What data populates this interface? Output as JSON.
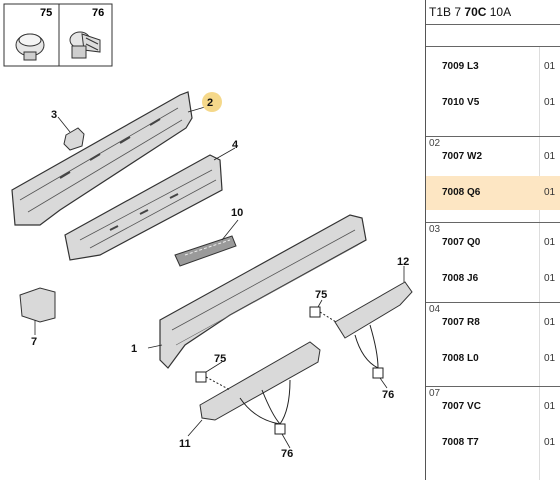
{
  "header": {
    "ref_a": "T1B",
    "ref_b": "7",
    "ref_c": "70C",
    "ref_d": "10A"
  },
  "diagram": {
    "labels": [
      "75",
      "76",
      "2",
      "3",
      "4",
      "10",
      "7",
      "12",
      "75",
      "1",
      "75",
      "76",
      "11",
      "76"
    ]
  },
  "parts": [
    {
      "group": "",
      "rows": [
        {
          "code": "7009 L3",
          "qty": "01",
          "highlight": false
        },
        {
          "code": "7010 V5",
          "qty": "01",
          "highlight": false
        }
      ]
    },
    {
      "group": "02",
      "rows": [
        {
          "code": "7007 W2",
          "qty": "01",
          "highlight": false
        },
        {
          "code": "7008 Q6",
          "qty": "01",
          "highlight": true
        }
      ]
    },
    {
      "group": "03",
      "rows": [
        {
          "code": "7007 Q0",
          "qty": "01",
          "highlight": false
        },
        {
          "code": "7008 J6",
          "qty": "01",
          "highlight": false
        }
      ]
    },
    {
      "group": "04",
      "rows": [
        {
          "code": "7007 R8",
          "qty": "01",
          "highlight": false
        },
        {
          "code": "7008 L0",
          "qty": "01",
          "highlight": false
        }
      ]
    },
    {
      "group": "07",
      "rows": [
        {
          "code": "7007 VC",
          "qty": "01",
          "highlight": false
        },
        {
          "code": "7008 T7",
          "qty": "01",
          "highlight": false
        }
      ]
    }
  ],
  "colors": {
    "highlight": "#fde6c3",
    "callout": "#f5d88a",
    "part_fill": "#d9d9d9",
    "part_stroke": "#333333"
  }
}
